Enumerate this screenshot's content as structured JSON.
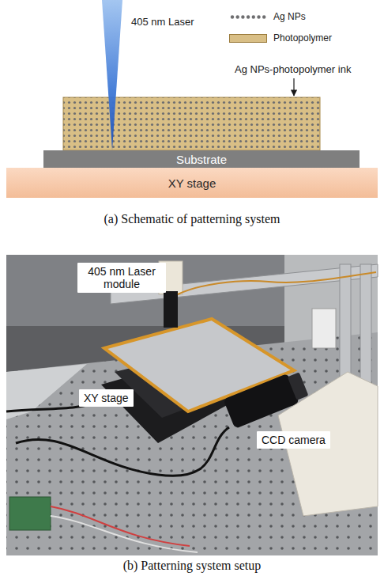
{
  "diagram": {
    "nodes": [
      {
        "text": [
          "Substrate"
        ]
      },
      {
        "text": [
          "XY stage"
        ]
      },
      {
        "text": [
          "405 nm Laser module"
        ]
      },
      {
        "text": [
          "XY stage"
        ]
      },
      {
        "text": [
          "CCD camera"
        ]
      }
    ],
    "labels": [
      "405 nm Laser",
      "Ag NPs-photopolymer ink",
      "(a) Schematic of patterning system",
      "(b) Patterning system setup"
    ],
    "legend": [
      {
        "text": "Ag NPs"
      },
      {
        "text": "Photopolymer",
        "color": "#d9bf86"
      }
    ]
  }
}
